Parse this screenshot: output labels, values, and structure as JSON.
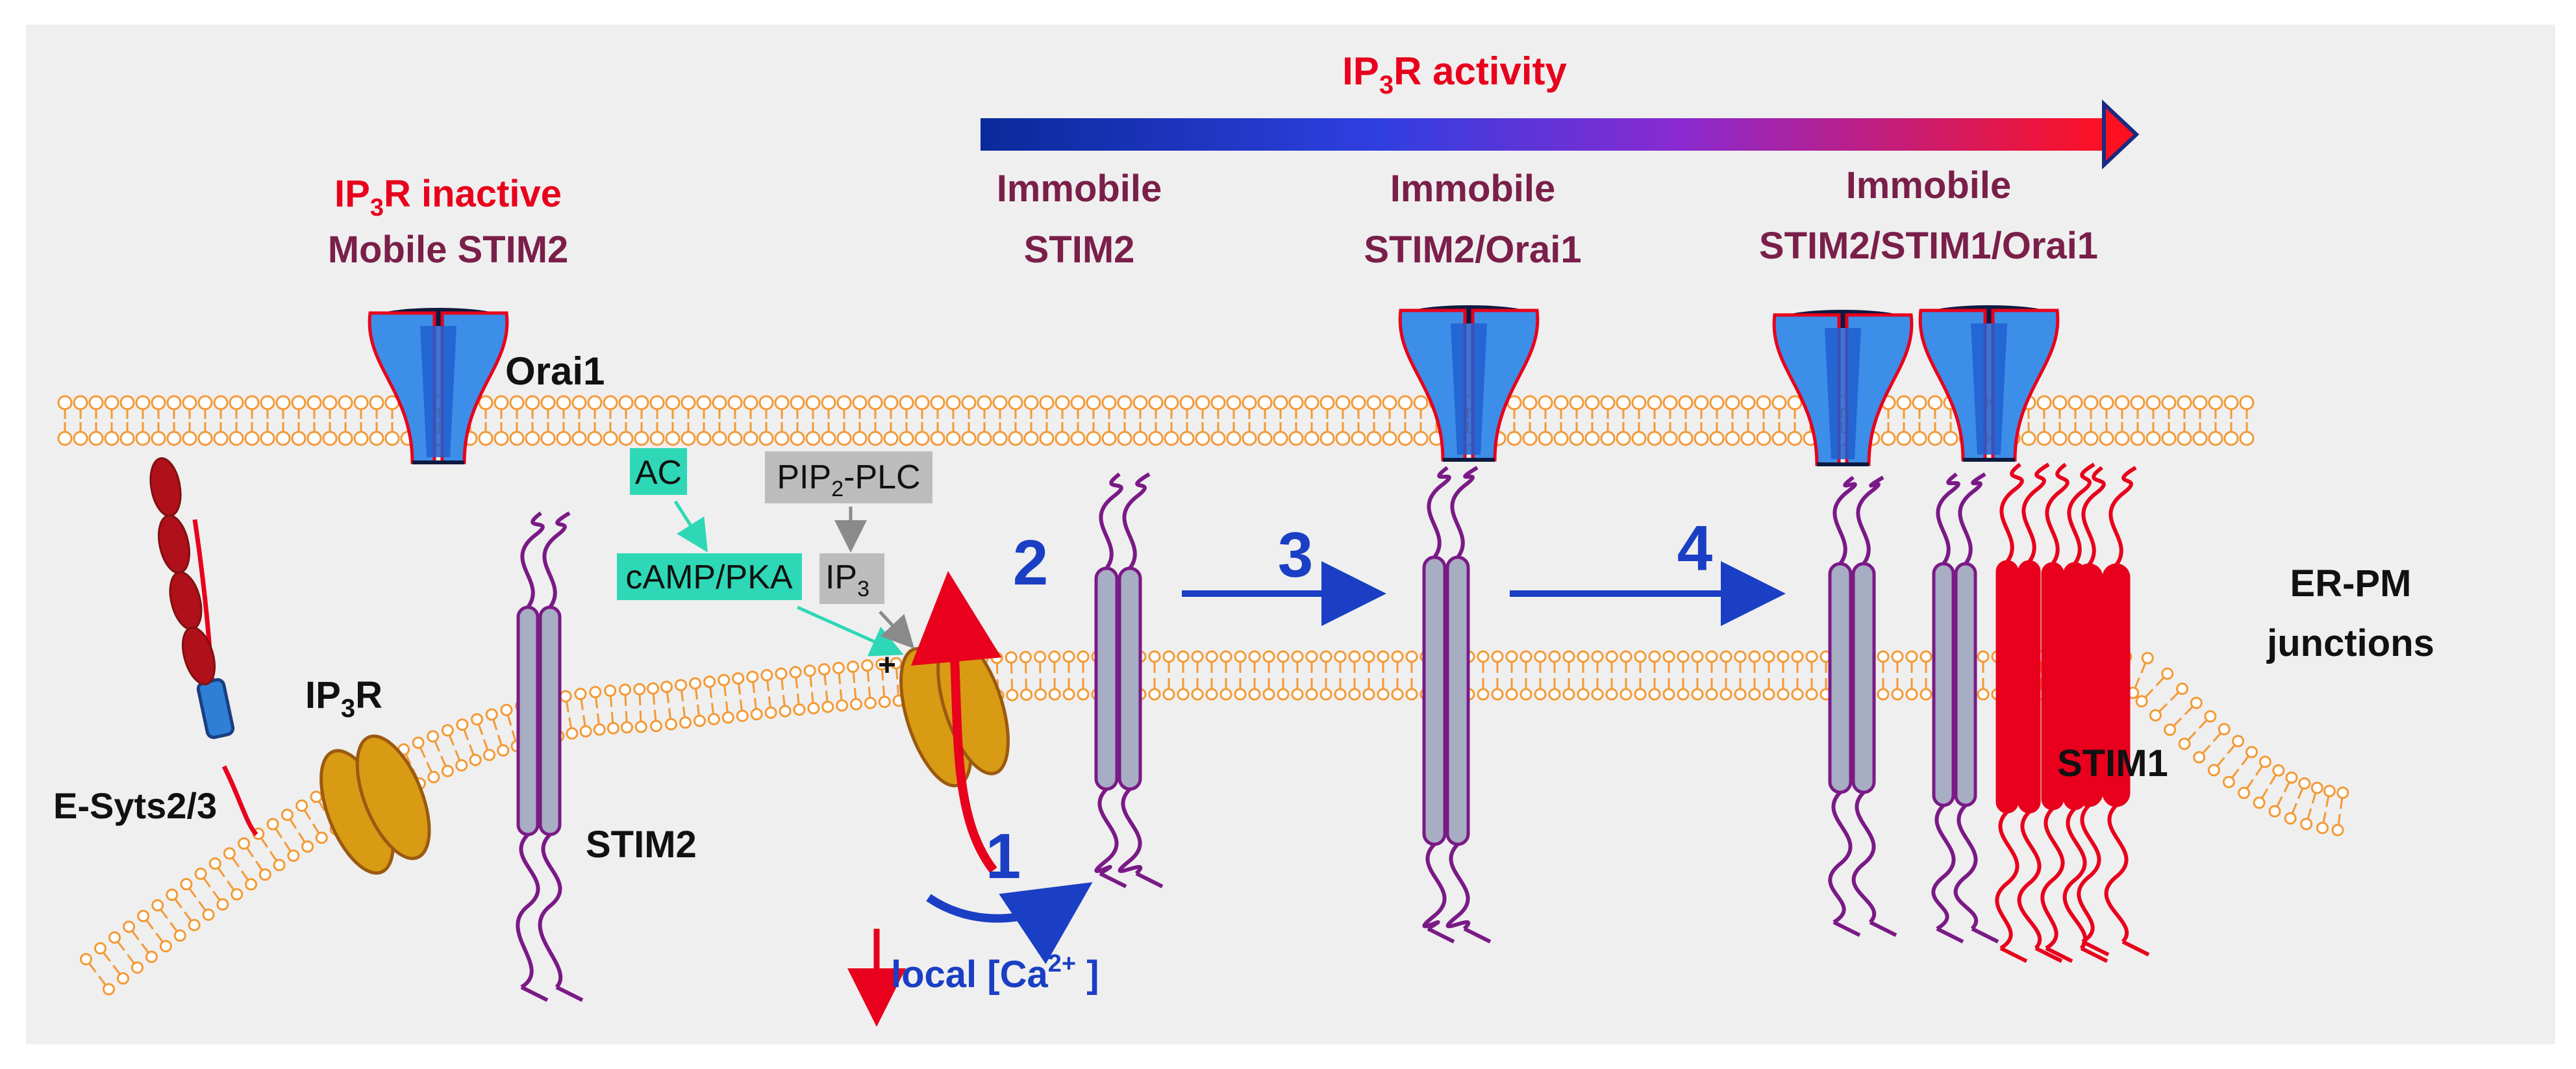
{
  "title": {
    "pre": "IP",
    "sub": "3",
    "post": "R activity"
  },
  "states": {
    "inactive": {
      "line1_pre": "IP",
      "line1_sub": "3",
      "line1_post": "R inactive",
      "line2": "Mobile STIM2"
    },
    "s2": {
      "line1": "Immobile",
      "line2": "STIM2"
    },
    "s3": {
      "line1": "Immobile",
      "line2": "STIM2/Orai1"
    },
    "s4": {
      "line1": "Immobile",
      "line2": "STIM2/STIM1/Orai1"
    }
  },
  "labels": {
    "orai1": "Orai1",
    "esyts": "E-Syts2/3",
    "ip3r_pre": "IP",
    "ip3r_sub": "3",
    "ip3r_post": "R",
    "stim2": "STIM2",
    "stim1": "STIM1",
    "ac": "AC",
    "camp": "cAMP/PKA",
    "pip_pre": "PIP",
    "pip_sub": "2",
    "pip_post": "-PLC",
    "ip3_pre": "IP",
    "ip3_sub": "3",
    "plus": "+",
    "ca_pre": "local [Ca",
    "ca_sup": "2+",
    "ca_post": " ]",
    "erpm1": "ER-PM",
    "erpm2": "junctions"
  },
  "steps": [
    "1",
    "2",
    "3",
    "4"
  ],
  "colors": {
    "maroon": "#7a1f4a",
    "red": "#e8001c",
    "blue_step": "#1a3fc4",
    "membrane": "#f39a36",
    "orai_blue": "#3c8ee8",
    "stim_grey": "#a7adc3",
    "stim_purple": "#7a1a86",
    "ip3r_gold": "#d99a14",
    "esyt_red": "#c0101a",
    "cyan_box": "#2ed8b6",
    "grey_box": "#bcbcbc"
  }
}
